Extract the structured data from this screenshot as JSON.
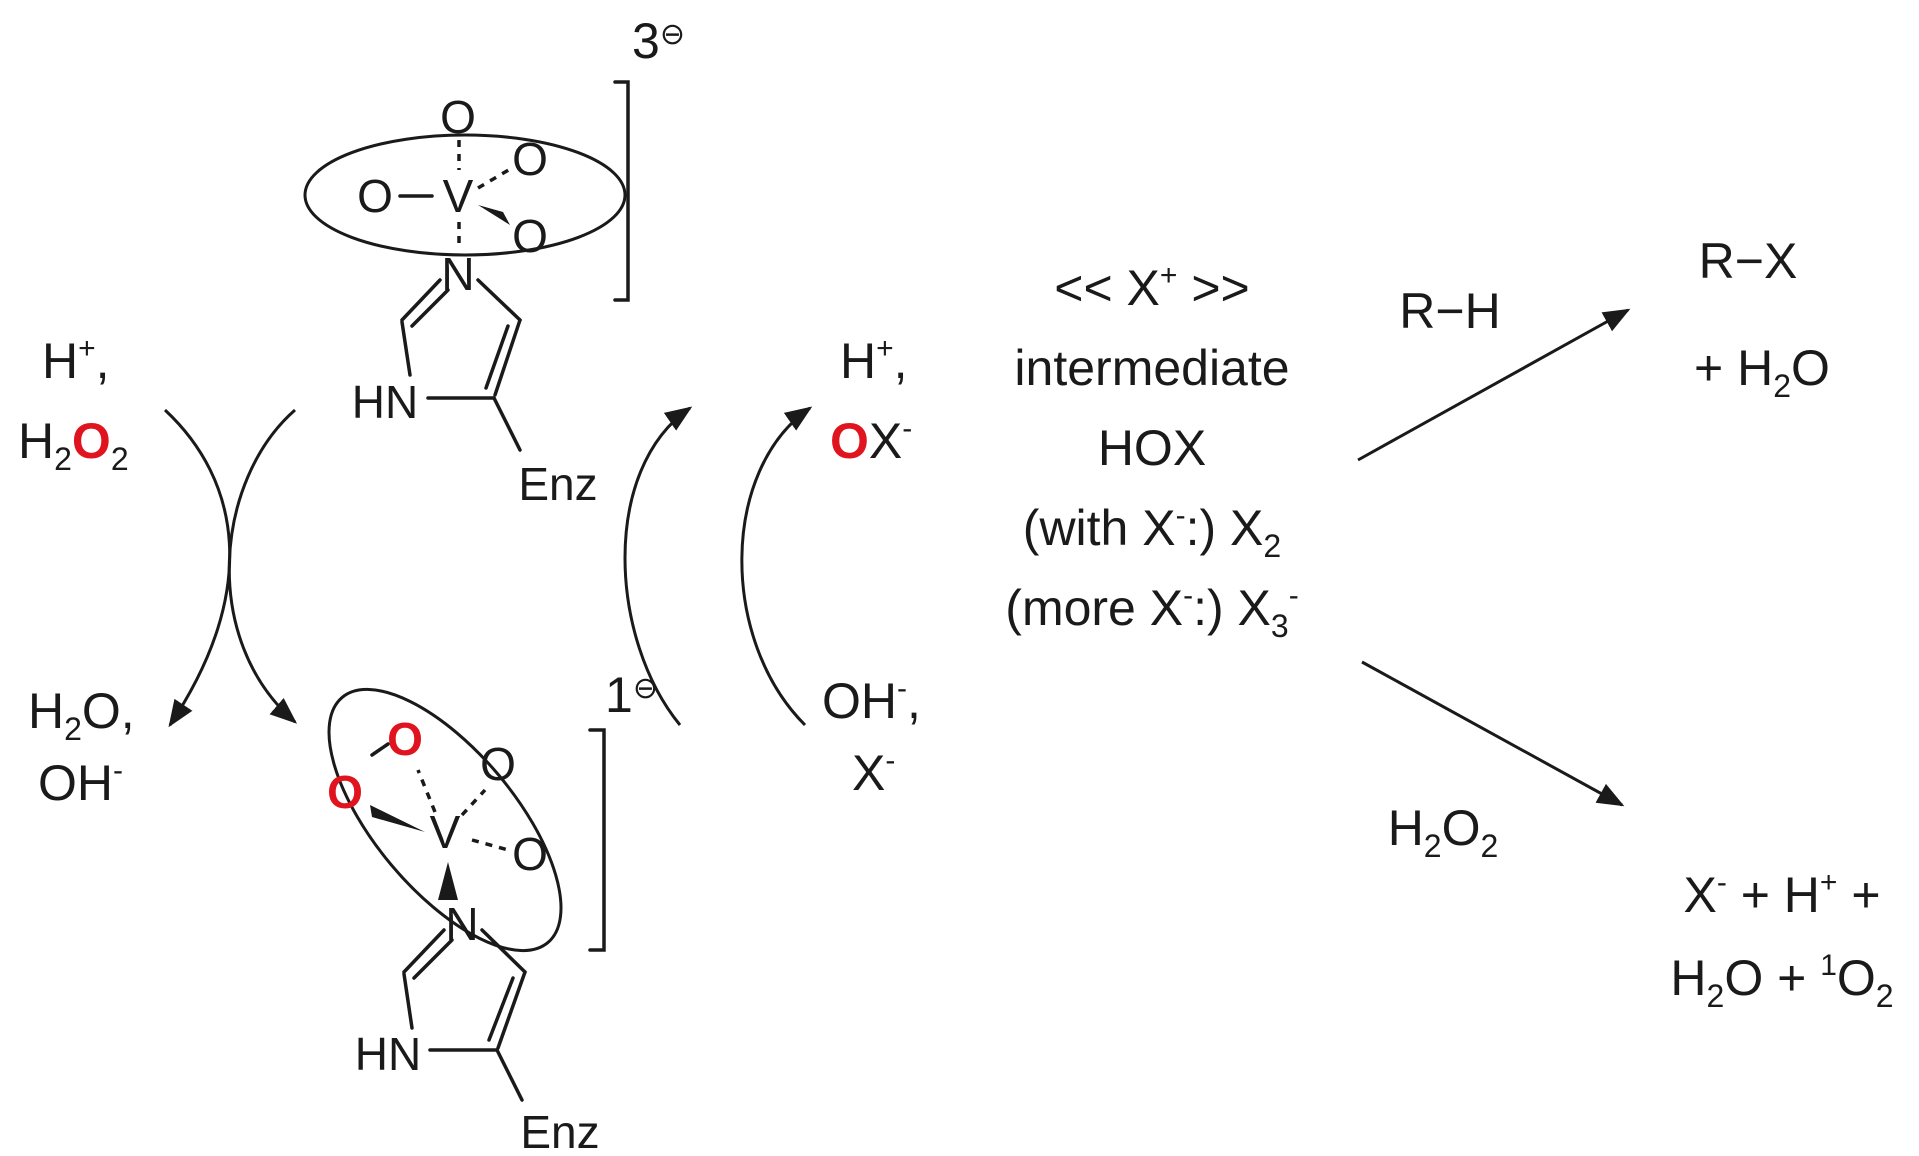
{
  "complex_top": {
    "charge": "3",
    "charge_sign": "⊖",
    "atoms": {
      "o_top": "O",
      "o_right": "O",
      "o_left": "O",
      "v": "V",
      "o_lower": "O",
      "n": "N",
      "hn": "HN",
      "enz": "Enz"
    }
  },
  "complex_bottom": {
    "charge": "1",
    "charge_sign": "⊖",
    "atoms": {
      "o_peroxo_top": "O",
      "o_peroxo_left": "O",
      "o_top": "O",
      "v": "V",
      "o_right": "O",
      "n": "N",
      "hn": "HN",
      "enz": "Enz"
    }
  },
  "left_in": {
    "h": "H",
    "plus": "+",
    "comma": ",",
    "h2": "H",
    "sub2": "2",
    "o_red": "O",
    "sub2b": "2"
  },
  "left_out": {
    "h": "H",
    "sub2": "2",
    "o": "O,",
    "oh": "OH",
    "minus": "-"
  },
  "right_out": {
    "h": "H",
    "plus": "+",
    "comma": ",",
    "o_red": "O",
    "x": "X",
    "minus": "-"
  },
  "right_in": {
    "oh": "OH",
    "minus": "-",
    "comma": ",",
    "x": "X",
    "minus2": "-"
  },
  "intermediate": {
    "line1_a": "<< X",
    "line1_sup": "+",
    "line1_b": " >>",
    "line2": "intermediate",
    "line3": "HOX",
    "line4_a": "(with X",
    "line4_sup": "-",
    "line4_b": ":) X",
    "line4_sub": "2",
    "line5_a": "(more X",
    "line5_sup": "-",
    "line5_b": ":) X",
    "line5_sub": "3",
    "line5_sup2": "-"
  },
  "upper_path": {
    "reagent": "R−H",
    "product_1": "R−X",
    "product_2_a": "+ H",
    "product_2_sub": "2",
    "product_2_b": "O"
  },
  "lower_path": {
    "reagent_a": "H",
    "reagent_sub": "2",
    "reagent_b": "O",
    "reagent_sub2": "2",
    "product_1_a": "X",
    "product_1_sup": "-",
    "product_1_b": " + H",
    "product_1_sup2": "+",
    "product_1_c": " +",
    "product_2_a": "H",
    "product_2_sub": "2",
    "product_2_b": "O + ",
    "product_2_sup": "1",
    "product_2_c": "O",
    "product_2_sub2": "2"
  },
  "colors": {
    "ink": "#1a1a1a",
    "highlight_oxygen": "#e0141e",
    "background": "#ffffff"
  }
}
